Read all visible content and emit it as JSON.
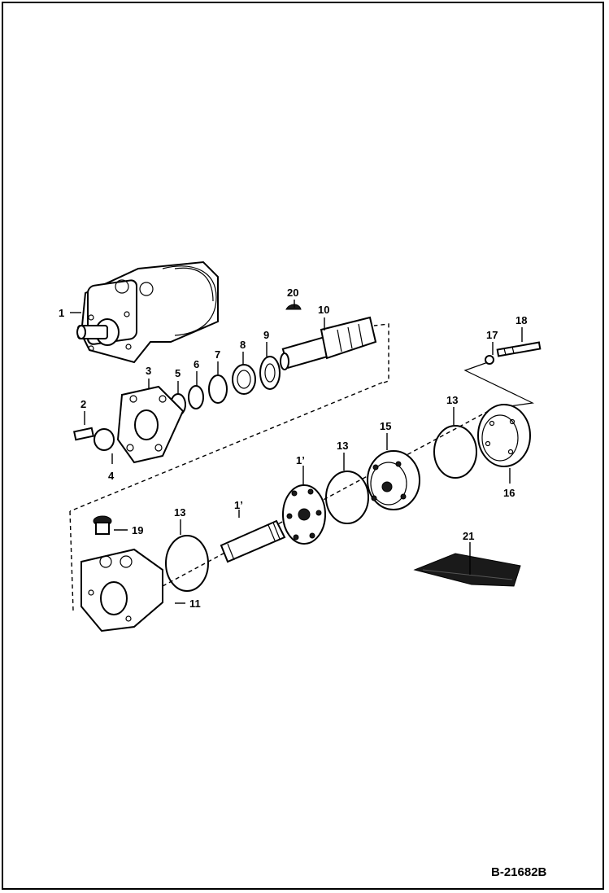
{
  "figure_id": "B-21682B",
  "callouts": [
    {
      "id": "c1",
      "text": "1"
    },
    {
      "id": "c2",
      "text": "2"
    },
    {
      "id": "c3",
      "text": "3"
    },
    {
      "id": "c4",
      "text": "4"
    },
    {
      "id": "c5",
      "text": "5"
    },
    {
      "id": "c6",
      "text": "6"
    },
    {
      "id": "c7",
      "text": "7"
    },
    {
      "id": "c8",
      "text": "8"
    },
    {
      "id": "c9",
      "text": "9"
    },
    {
      "id": "c10",
      "text": "10"
    },
    {
      "id": "c11",
      "text": "11"
    },
    {
      "id": "c12",
      "text": "1’"
    },
    {
      "id": "c13a",
      "text": "13"
    },
    {
      "id": "c13b",
      "text": "13"
    },
    {
      "id": "c13c",
      "text": "13"
    },
    {
      "id": "c14",
      "text": "1’"
    },
    {
      "id": "c15",
      "text": "15"
    },
    {
      "id": "c16",
      "text": "16"
    },
    {
      "id": "c17",
      "text": "17"
    },
    {
      "id": "c18",
      "text": "18"
    },
    {
      "id": "c19",
      "text": "19"
    },
    {
      "id": "c20",
      "text": "20"
    },
    {
      "id": "c21",
      "text": "21"
    }
  ]
}
